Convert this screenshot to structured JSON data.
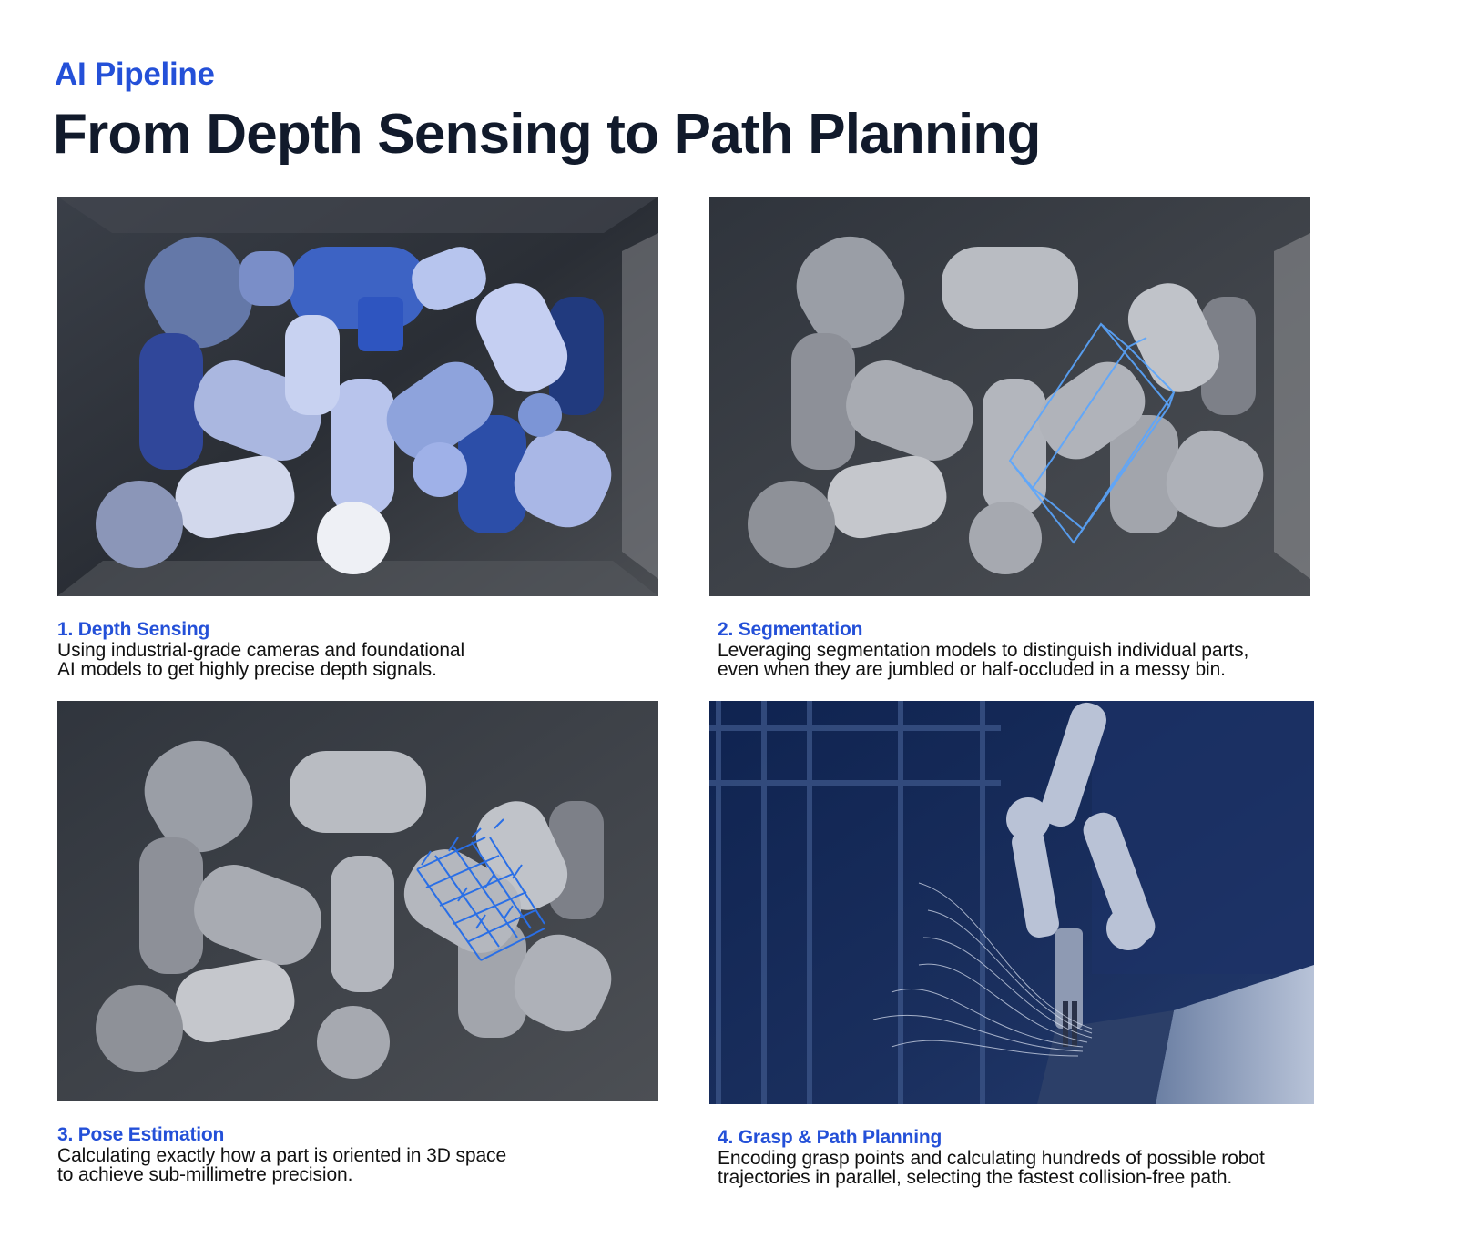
{
  "header": {
    "eyebrow": "AI Pipeline",
    "title": "From Depth Sensing to Path Planning"
  },
  "colors": {
    "accent": "#2450d8",
    "title": "#111a2b",
    "body_text": "#111111",
    "background": "#ffffff",
    "overlay_blue": "#5aa6ff",
    "pose_blue": "#2a6fe6",
    "navy_tint": "#142a57"
  },
  "steps": [
    {
      "title": "1. Depth Sensing",
      "line1": "Using industrial-grade cameras and foundational",
      "line2": "AI models to get highly precise depth signals.",
      "image": "depth-map-bin-of-parts"
    },
    {
      "title": "2. Segmentation",
      "line1": "Leveraging segmentation models to distinguish individual parts,",
      "line2": "even when they are jumbled or half-occluded in a messy bin.",
      "image": "segmentation-bounding-box"
    },
    {
      "title": "3. Pose Estimation",
      "line1": "Calculating exactly how a part is oriented in 3D space",
      "line2": "to achieve sub-millimetre precision.",
      "image": "pose-estimation-vector-grid"
    },
    {
      "title": "4. Grasp & Path Planning",
      "line1": "Encoding grasp points and calculating hundreds of possible robot",
      "line2": "trajectories in parallel, selecting the fastest collision-free path.",
      "image": "robot-arm-trajectories"
    }
  ]
}
